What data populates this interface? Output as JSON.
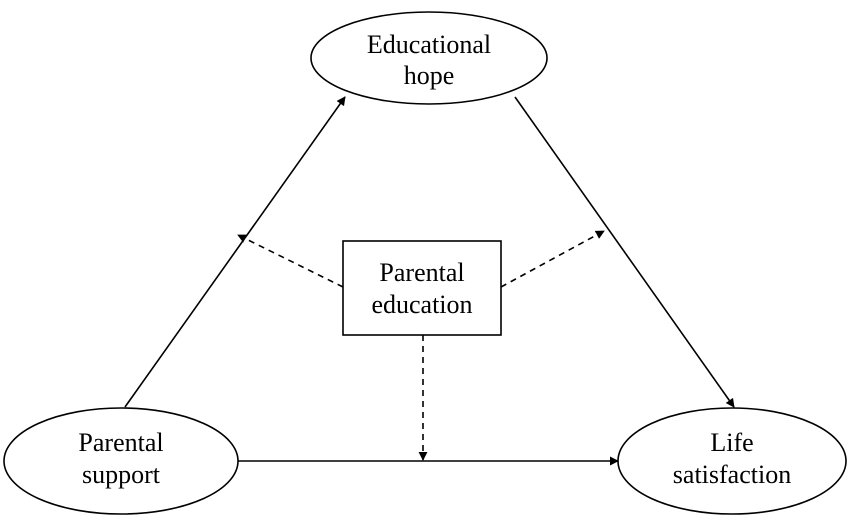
{
  "nodes": {
    "educational_hope": {
      "line1": "Educational",
      "line2": "hope"
    },
    "parental_education": {
      "line1": "Parental",
      "line2": "education"
    },
    "parental_support": {
      "line1": "Parental",
      "line2": "support"
    },
    "life_satisfaction": {
      "line1": "Life",
      "line2": "satisfaction"
    }
  },
  "edges": [
    {
      "from": "Parental support",
      "to": "Educational hope",
      "style": "solid"
    },
    {
      "from": "Educational hope",
      "to": "Life satisfaction",
      "style": "solid"
    },
    {
      "from": "Parental support",
      "to": "Life satisfaction",
      "style": "solid"
    },
    {
      "from": "Parental education",
      "to": "Parental support → Educational hope",
      "style": "dashed"
    },
    {
      "from": "Parental education",
      "to": "Educational hope → Life satisfaction",
      "style": "dashed"
    },
    {
      "from": "Parental education",
      "to": "Parental support → Life satisfaction",
      "style": "dashed"
    }
  ],
  "colors": {
    "stroke": "#000000",
    "background": "#ffffff"
  }
}
